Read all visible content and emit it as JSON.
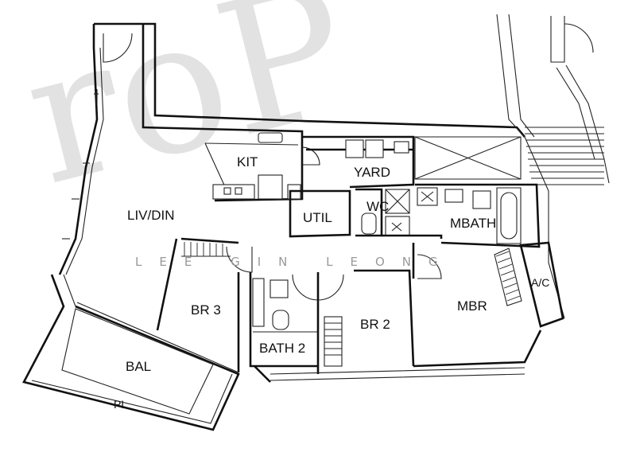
{
  "plan": {
    "rooms": {
      "liv_din": "LIV/DIN",
      "kit": "KIT",
      "yard": "YARD",
      "util": "UTIL",
      "wc": "WC",
      "mbath": "MBATH",
      "ac": "A/C",
      "br3": "BR 3",
      "bath2": "BATH 2",
      "br2": "BR 2",
      "mbr": "MBR",
      "bal": "BAL",
      "pl": "PL"
    },
    "watermark": {
      "big": "roP",
      "line": "LEE GIN LEONG"
    }
  }
}
